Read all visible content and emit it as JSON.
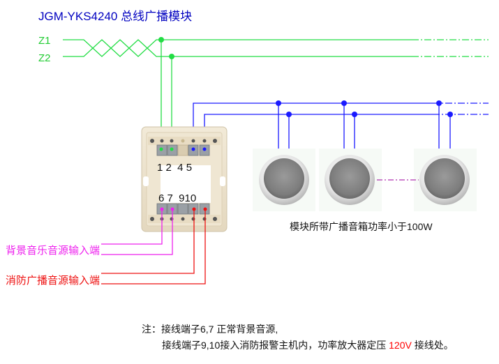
{
  "title": "JGM-YKS4240 总线广播模块",
  "bus": {
    "z1_label": "Z1",
    "z2_label": "Z2"
  },
  "module": {
    "top_terminals": [
      "1",
      "2",
      "4",
      "5"
    ],
    "bottom_terminals": [
      "6",
      "7",
      "9",
      "10"
    ],
    "top_label": "1 2  4 5",
    "bottom_label": "6 7  910"
  },
  "speakers": {
    "count_shown": 3,
    "caption": "模块所带广播音箱功率小于100W"
  },
  "inputs": {
    "background_music": "背景音乐音源输入端",
    "fire_broadcast": "消防广播音源输入端"
  },
  "note": {
    "prefix": "注：",
    "line1": "接线端子6,7 正常背景音源,",
    "line2_a": "接线端子9,10接入消防报警主机内，功率放大器定压 ",
    "line2_voltage": "120V",
    "line2_b": " 接线处。"
  },
  "colors": {
    "title": "#0000c0",
    "bus_green": "#22dd44",
    "speaker_blue": "#1a1aff",
    "bg_music_magenta": "#ee22ee",
    "fire_red": "#ee1111",
    "voltage_red": "#ff0000"
  }
}
